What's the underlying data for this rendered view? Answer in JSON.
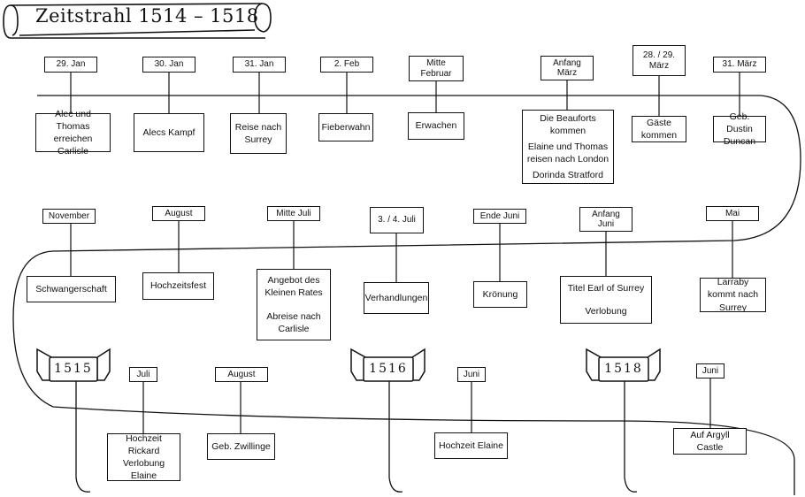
{
  "title": "Zeitstrahl 1514 – 1518",
  "row1": [
    {
      "date": "29. Jan",
      "event": [
        "Alec und Thomas erreichen Carlisle"
      ]
    },
    {
      "date": "30. Jan",
      "event": [
        "Alecs Kampf"
      ]
    },
    {
      "date": "31. Jan",
      "event": [
        "Reise nach Surrey"
      ]
    },
    {
      "date": "2. Feb",
      "event": [
        "Fieberwahn"
      ]
    },
    {
      "date": "Mitte Februar",
      "event": [
        "Erwachen"
      ]
    },
    {
      "date": "Anfang März",
      "event": [
        "Die Beauforts kommen",
        "Elaine und Thomas reisen nach London",
        "Dorinda Stratford"
      ]
    },
    {
      "date": "28. / 29. März",
      "event": [
        "Gäste kommen"
      ]
    },
    {
      "date": "31. März",
      "event": [
        "Geb. Dustin Duncan"
      ]
    }
  ],
  "row2": [
    {
      "date": "November",
      "event": [
        "Schwangerschaft"
      ]
    },
    {
      "date": "August",
      "event": [
        "Hochzeitsfest"
      ]
    },
    {
      "date": "Mitte Juli",
      "event": [
        "Angebot des Kleinen Rates",
        "Abreise nach Carlisle"
      ]
    },
    {
      "date": "3. / 4. Juli",
      "event": [
        "Verhandlungen"
      ]
    },
    {
      "date": "Ende Juni",
      "event": [
        "Krönung"
      ]
    },
    {
      "date": "Anfang Juni",
      "event": [
        "Titel Earl of Surrey",
        "Verlobung"
      ]
    },
    {
      "date": "Mai",
      "event": [
        "Larraby kommt nach Surrey"
      ]
    }
  ],
  "row3": [
    {
      "date": "Juli",
      "event": [
        "Hochzeit Rickard",
        "Verlobung Elaine"
      ]
    },
    {
      "date": "August",
      "event": [
        "Geb. Zwillinge"
      ]
    },
    {
      "date": "Juni",
      "event": [
        "Hochzeit Elaine"
      ]
    },
    {
      "date": "Juni",
      "event": [
        "Auf Argyll Castle"
      ]
    }
  ],
  "years": [
    "1515",
    "1516",
    "1518"
  ],
  "colors": {
    "line": "#111111",
    "fill": "#ffffff"
  }
}
